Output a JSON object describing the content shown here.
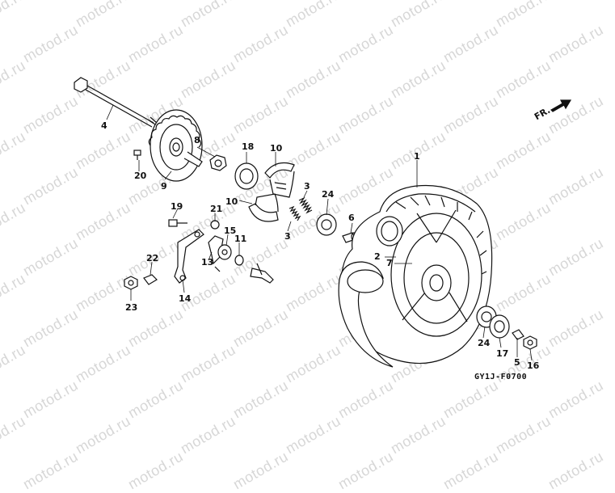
{
  "watermark": "motod.ru",
  "diagram_code": "GY1J-F0700",
  "direction_label": "FR.",
  "callouts": [
    "1",
    "2",
    "3",
    "3",
    "4",
    "5",
    "6",
    "7",
    "8",
    "9",
    "10",
    "10",
    "11",
    "13",
    "14",
    "15",
    "16",
    "17",
    "18",
    "19",
    "20",
    "21",
    "22",
    "23",
    "24",
    "24"
  ]
}
